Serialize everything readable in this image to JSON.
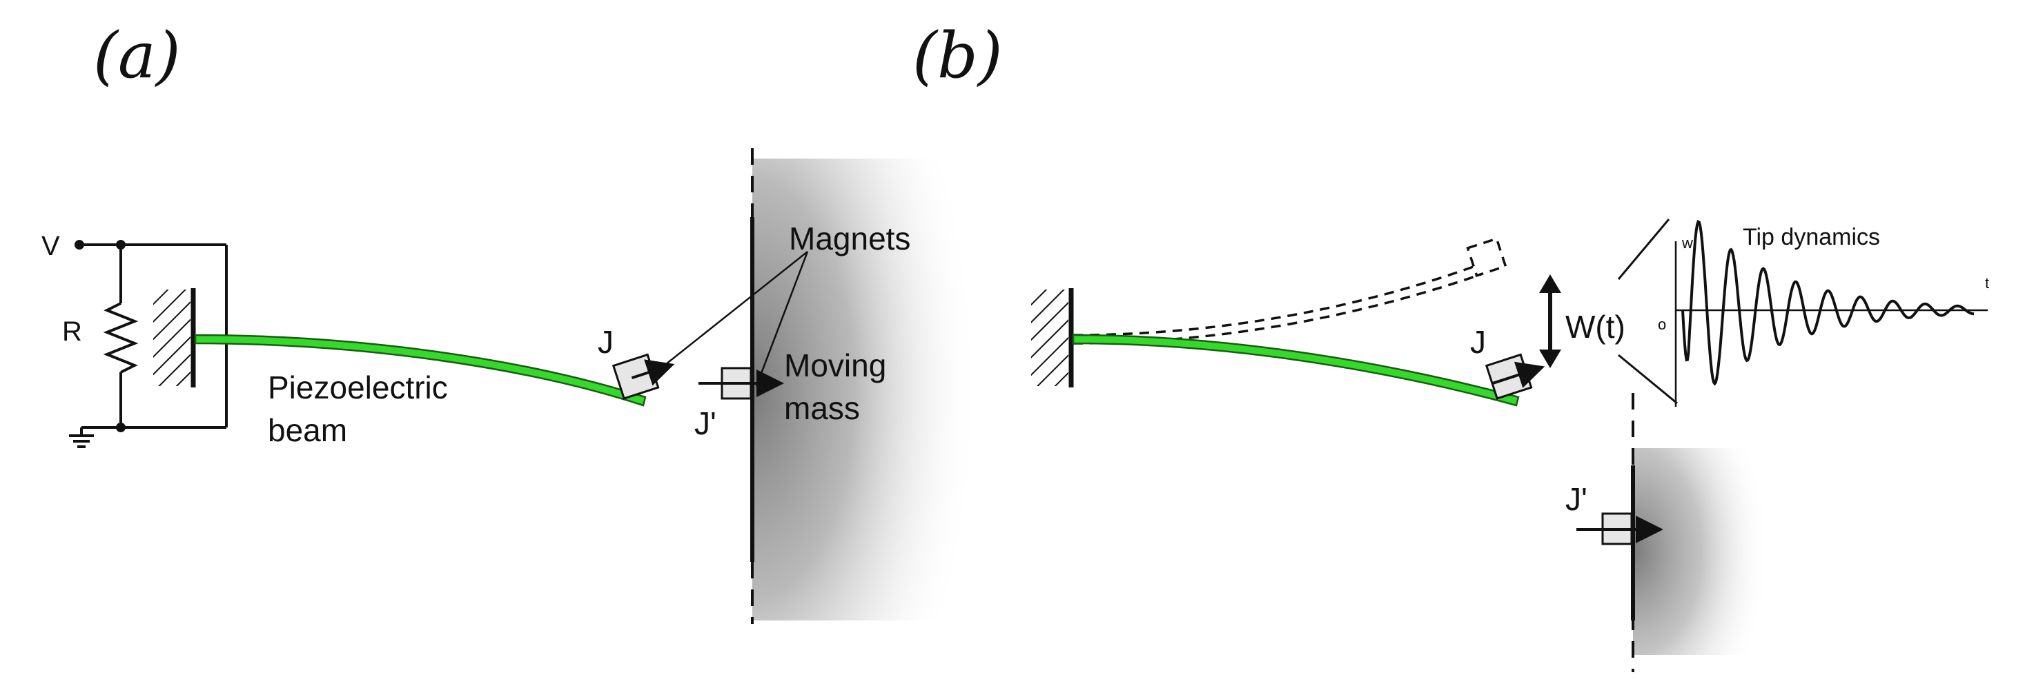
{
  "panels": {
    "a": {
      "label": "(a)",
      "voltage_label": "V",
      "resistor_label": "R",
      "beam_label_line1": "Piezoelectric",
      "beam_label_line2": "beam",
      "magnet_label": "J",
      "target_magnet_label": "J'",
      "magnets_label": "Magnets",
      "mass_label_line1": "Moving",
      "mass_label_line2": "mass"
    },
    "b": {
      "label": "(b)",
      "magnet_label": "J",
      "target_magnet_label": "J'",
      "displacement_label": "W(t)",
      "inset_title": "Tip dynamics",
      "inset_y_axis": "w",
      "inset_x_axis": "t",
      "inset_origin": "o"
    }
  },
  "colors": {
    "beam": "#35d92c",
    "beam_outline": "#1a5c14",
    "line": "#111111",
    "magnet_fill": "#e6e6e6",
    "mass_shade": "#8a8a8a"
  },
  "icons": {
    "ground": "ground-icon",
    "resistor": "resistor-icon",
    "clamp": "clamp-icon",
    "arrow": "arrow-icon"
  }
}
